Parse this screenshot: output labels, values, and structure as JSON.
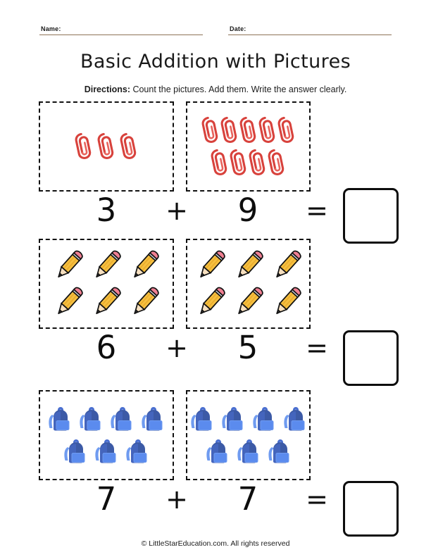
{
  "header": {
    "name_label": "Name:",
    "date_label": "Date:"
  },
  "title": "Basic Addition with Pictures",
  "directions": {
    "lead": "Directions:",
    "text": " Count the pictures. Add them. Write the answer clearly."
  },
  "footer": "© LittleStarEducation.com. All rights reserved",
  "colors": {
    "rule": "#8d7356",
    "ink": "#0d0d0d",
    "clip": "#d8423c",
    "clip_light": "#e8635c",
    "pencil_body": "#f5bf3f",
    "pencil_stripe": "#e8a92c",
    "pencil_eraser": "#ef7f92",
    "pencil_wood": "#f7e0c0",
    "pencil_tip": "#3d3d3d",
    "bag_dark": "#3c5aa6",
    "bag_mid": "#4a6fd0",
    "bag_light": "#6f9bf0",
    "bag_pocket": "#5b8bee"
  },
  "problems": [
    {
      "id": "problem-1",
      "icon": "paperclip-icon",
      "left_count": 3,
      "right_count": 9,
      "left_rows": [
        3
      ],
      "right_rows": [
        5,
        4
      ],
      "operand_1": "3",
      "operator": "+",
      "operand_2": "9",
      "equals": "=",
      "answer": ""
    },
    {
      "id": "problem-2",
      "icon": "pencil-icon",
      "left_count": 6,
      "right_count": 6,
      "left_rows": [
        3,
        3
      ],
      "right_rows": [
        3,
        3
      ],
      "operand_1": "6",
      "operator": "+",
      "operand_2": "5",
      "equals": "=",
      "answer": ""
    },
    {
      "id": "problem-3",
      "icon": "backpack-icon",
      "left_count": 7,
      "right_count": 7,
      "left_rows": [
        4,
        3
      ],
      "right_rows": [
        4,
        3
      ],
      "operand_1": "7",
      "operator": "+",
      "operand_2": "7",
      "equals": "=",
      "answer": ""
    }
  ]
}
